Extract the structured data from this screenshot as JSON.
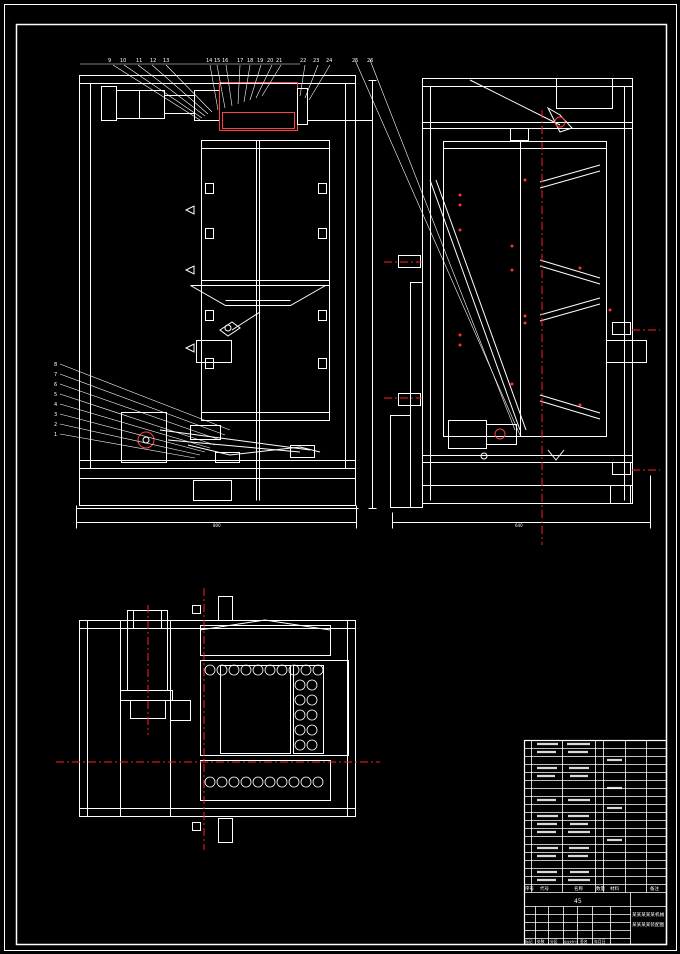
{
  "drawing": {
    "background": "#000000",
    "line_color": "#ffffff",
    "center_line_color": "#ff2020",
    "section_color": "#ff3030"
  },
  "front_view": {
    "balloons_top": [
      "9",
      "10",
      "11",
      "12",
      "13",
      "14",
      "15",
      "16",
      "17",
      "18",
      "19",
      "20",
      "21",
      "22",
      "23",
      "24",
      "25",
      "26"
    ],
    "balloons_left": [
      "8",
      "7",
      "6",
      "5",
      "4",
      "3",
      "2",
      "1"
    ],
    "overall_width_label": "800"
  },
  "side_view": {
    "overall_width_label": "640"
  },
  "title_block": {
    "scale_label": "45",
    "drawing_title_lines": [
      "某某某某某机械",
      "某某某某装配图"
    ],
    "header_labels": [
      "序号",
      "代号",
      "名称",
      "数量",
      "材料",
      "备注"
    ],
    "footer_labels": [
      "标记",
      "处数",
      "分区",
      "更改文件号",
      "签名",
      "年月日"
    ]
  }
}
